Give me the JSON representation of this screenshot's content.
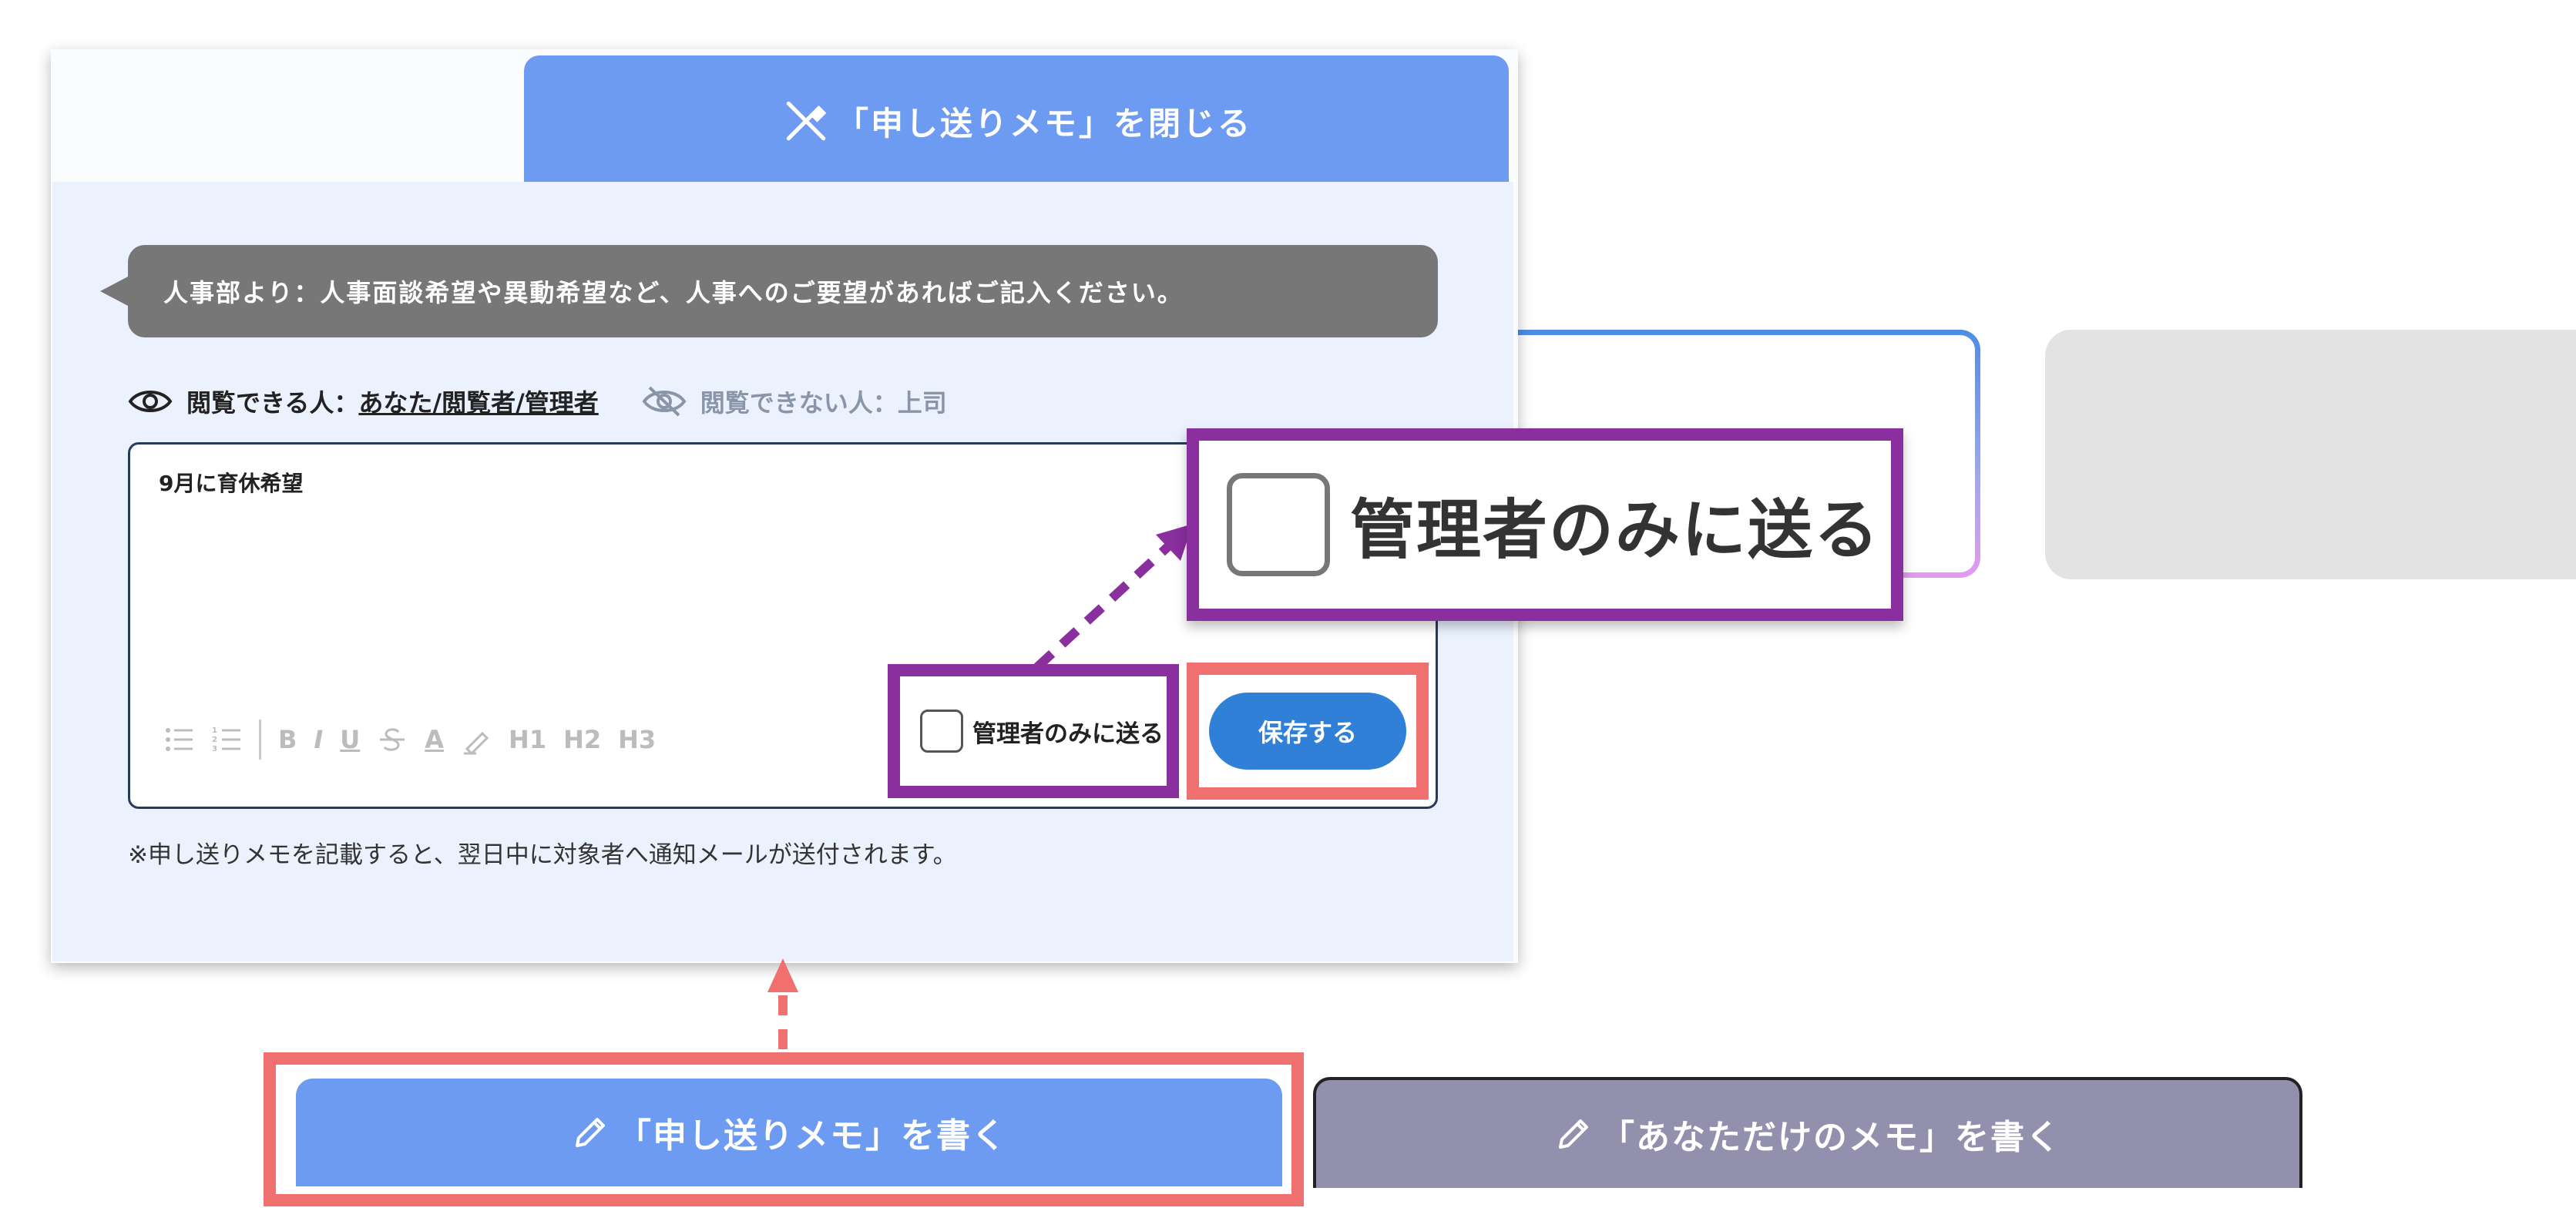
{
  "close_tab": {
    "label": "「申し送りメモ」を閉じる"
  },
  "notice": {
    "text": "人事部より：人事面談希望や異動希望など、人事へのご要望があればご記入ください。"
  },
  "viewers": {
    "label": "閲覧できる人：",
    "list": "あなた/閲覧者/管理者",
    "hidden_label": "閲覧できない人：上司"
  },
  "editor": {
    "text": "9月に育休希望",
    "toolbar": [
      "bullet-list",
      "numbered-list",
      "B",
      "I",
      "U",
      "strikethrough",
      "A",
      "highlight",
      "H1",
      "H2",
      "H3"
    ]
  },
  "admin_only": {
    "label": "管理者のみに送る",
    "checked": false
  },
  "save": {
    "label": "保存する"
  },
  "footnote": {
    "text": "※申し送りメモを記載すると、翌日中に対象者へ通知メールが送付されます。"
  },
  "callout": {
    "label": "管理者のみに送る"
  },
  "bottom": {
    "write_handover": "「申し送りメモ」を書く",
    "write_own": "「あなただけのメモ」を書く"
  },
  "colors": {
    "primary_blue": "#6d9bf1",
    "save_blue": "#2f80d6",
    "highlight_red": "#f07070",
    "highlight_purple": "#8a2f9e",
    "own_memo": "#9390ae",
    "notice_gray": "#777777"
  }
}
